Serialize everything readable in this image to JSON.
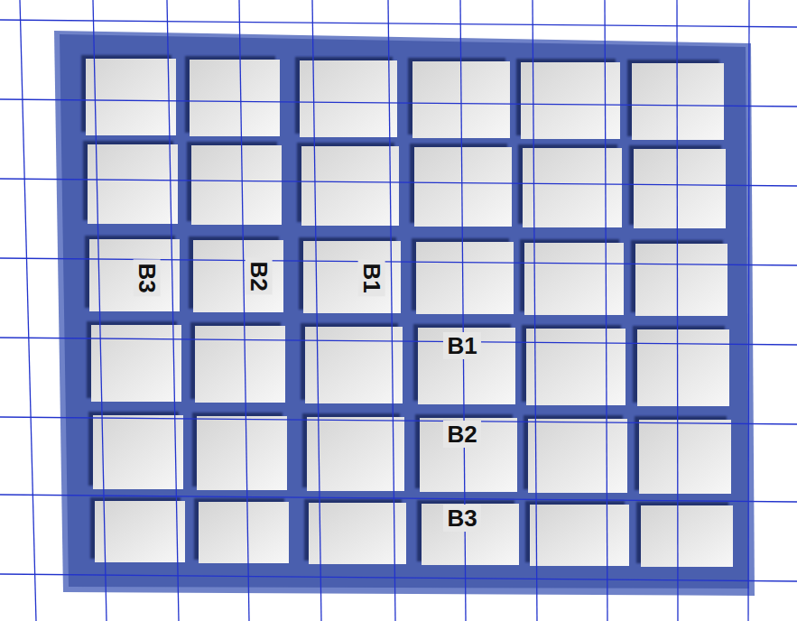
{
  "diagram": {
    "labels": [
      "B3",
      "B2",
      "B1",
      "B1",
      "B2",
      "B3"
    ]
  }
}
